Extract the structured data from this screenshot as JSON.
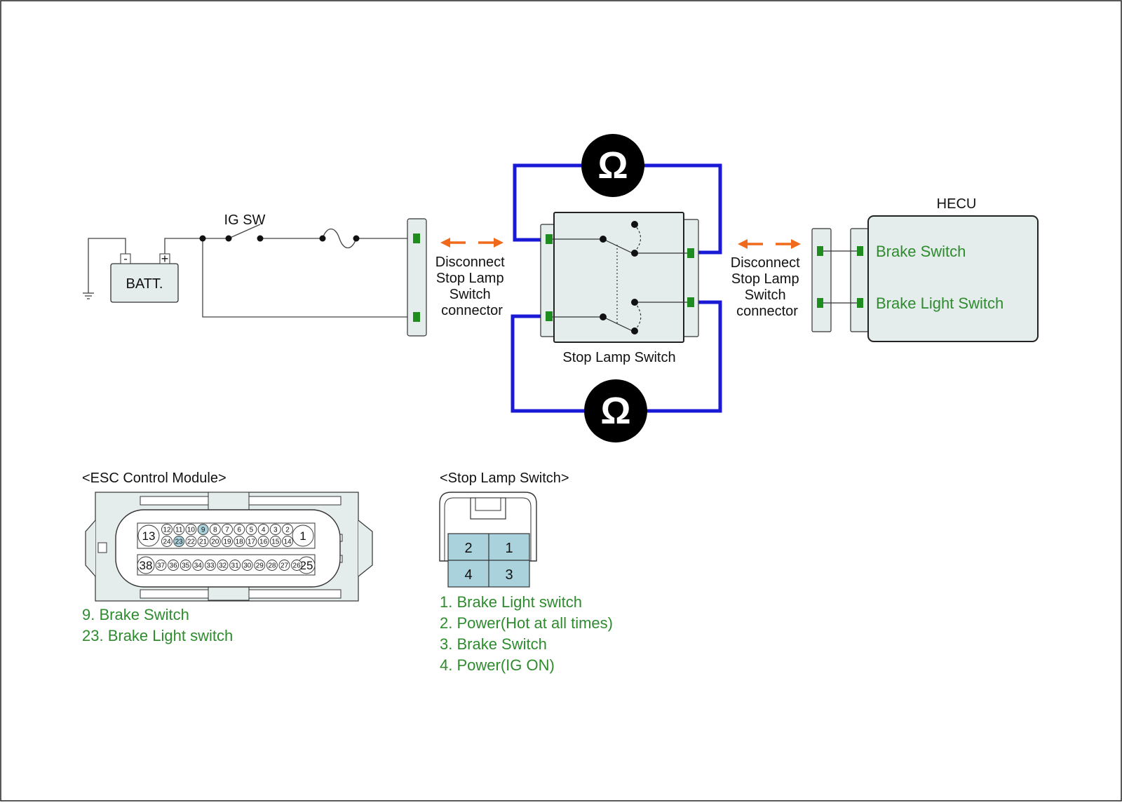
{
  "colors": {
    "wire": "#444444",
    "probe_wire": "#1a1ad6",
    "arrow": "#f06a1c",
    "terminal": "#1e8c1e",
    "box_fill": "#e4ecec",
    "highlight": "#a9d2dc",
    "label_green": "#2e8b2e"
  },
  "circuit": {
    "ig_sw": "IG SW",
    "batt": "BATT.",
    "batt_minus": "-",
    "batt_plus": "+",
    "disconnect_left": [
      "Disconnect",
      "Stop Lamp",
      "Switch",
      "connector"
    ],
    "disconnect_right": [
      "Disconnect",
      "Stop Lamp",
      "Switch",
      "connector"
    ],
    "stop_lamp_switch": "Stop Lamp Switch",
    "hecu": "HECU",
    "hecu_brake_switch": "Brake Switch",
    "hecu_brake_light_switch": "Brake Light Switch",
    "meter_symbol": "Ω",
    "icons": [
      "ohmmeter-icon",
      "ground-icon",
      "fuse-icon"
    ]
  },
  "esc": {
    "title": "<ESC Control Module>",
    "row1": [
      "12",
      "11",
      "10",
      "9",
      "8",
      "7",
      "6",
      "5",
      "4",
      "3",
      "2"
    ],
    "row2": [
      "24",
      "23",
      "22",
      "21",
      "20",
      "19",
      "18",
      "17",
      "16",
      "15",
      "14"
    ],
    "row3": [
      "37",
      "36",
      "35",
      "34",
      "33",
      "32",
      "31",
      "30",
      "29",
      "28",
      "27",
      "26"
    ],
    "big_pins": {
      "tl": "13",
      "tr": "1",
      "bl": "38",
      "br": "25"
    },
    "highlighted": [
      "9",
      "23"
    ],
    "legend": [
      "9. Brake Switch",
      "23. Brake Light switch"
    ]
  },
  "stop_lamp": {
    "title": "<Stop Lamp Switch>",
    "pins": [
      "2",
      "1",
      "4",
      "3"
    ],
    "legend": [
      "1. Brake Light switch",
      "2. Power(Hot at all times)",
      "3. Brake Switch",
      "4. Power(IG ON)"
    ]
  }
}
